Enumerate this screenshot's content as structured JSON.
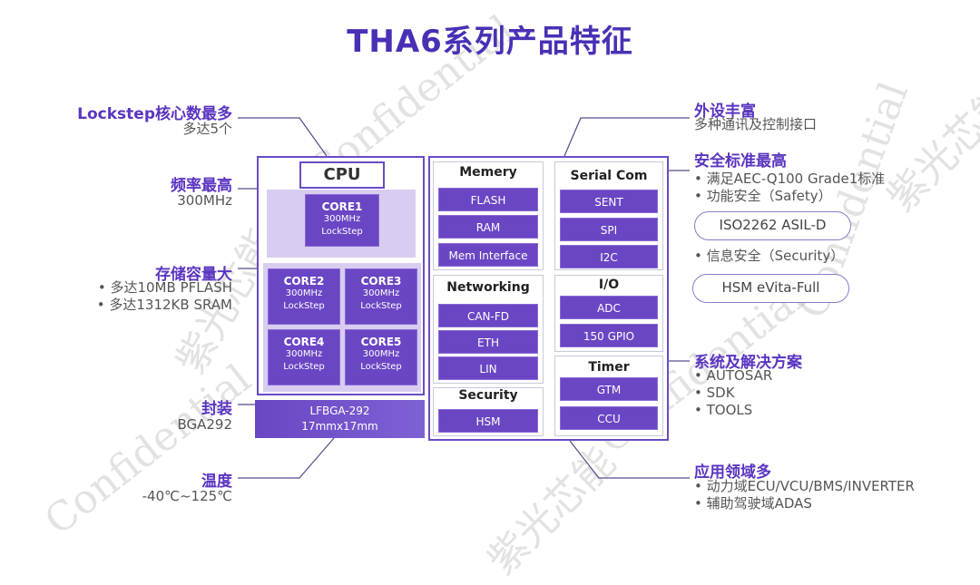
{
  "title": "THA6系列产品特征",
  "watermark": {
    "en": "Confidential",
    "cn": "紫光芯能"
  },
  "left": {
    "lockstep": {
      "heading": "Lockstep核心数最多",
      "line": "多达5个"
    },
    "freq": {
      "heading": "频率最高",
      "line": "300MHz"
    },
    "storage": {
      "heading": "存储容量大",
      "lines": [
        "• 多达10MB PFLASH",
        "• 多达1312KB SRAM"
      ]
    },
    "package": {
      "heading": "封装",
      "line": "BGA292"
    },
    "temp": {
      "heading": "温度",
      "line": "-40℃~125℃"
    }
  },
  "cpu": {
    "label": "CPU",
    "cores": [
      {
        "name": "CORE1",
        "freq": "300MHz",
        "mode": "LockStep"
      },
      {
        "name": "CORE2",
        "freq": "300MHz",
        "mode": "LockStep"
      },
      {
        "name": "CORE3",
        "freq": "300MHz",
        "mode": "LockStep"
      },
      {
        "name": "CORE4",
        "freq": "300MHz",
        "mode": "LockStep"
      },
      {
        "name": "CORE5",
        "freq": "300MHz",
        "mode": "LockStep"
      }
    ]
  },
  "package_box": {
    "line1": "LFBGA-292",
    "line2": "17mmx17mm"
  },
  "groups": {
    "memory": {
      "title": "Memery",
      "items": [
        "FLASH",
        "RAM",
        "Mem Interface"
      ]
    },
    "serial": {
      "title": "Serial Com",
      "items": [
        "SENT",
        "SPI",
        "I2C"
      ]
    },
    "networking": {
      "title": "Networking",
      "items": [
        "CAN-FD",
        "ETH",
        "LIN"
      ]
    },
    "io": {
      "title": "I/O",
      "items": [
        "ADC",
        "150 GPIO"
      ]
    },
    "security": {
      "title": "Security",
      "items": [
        "HSM"
      ]
    },
    "timer": {
      "title": "Timer",
      "items": [
        "GTM",
        "CCU"
      ]
    }
  },
  "right": {
    "periph": {
      "heading": "外设丰富",
      "line": "多种通讯及控制接口"
    },
    "safety": {
      "heading": "安全标准最高",
      "lines": [
        "• 满足AEC-Q100 Grade1标准",
        "• 功能安全（Safety）"
      ],
      "pill1": "ISO2262 ASIL-D",
      "line3": "• 信息安全（Security）",
      "pill2": "HSM eVita-Full"
    },
    "solutions": {
      "heading": "系统及解决方案",
      "lines": [
        "• AUTOSAR",
        "• SDK",
        "• TOOLS"
      ]
    },
    "apps": {
      "heading": "应用领域多",
      "lines": [
        "• 动力域ECU/VCU/BMS/INVERTER",
        "• 辅助驾驶域ADAS"
      ]
    }
  },
  "colors": {
    "accent": "#5a35c0",
    "chip": "#6a46c4",
    "core_bg": "#d8cdf1"
  }
}
